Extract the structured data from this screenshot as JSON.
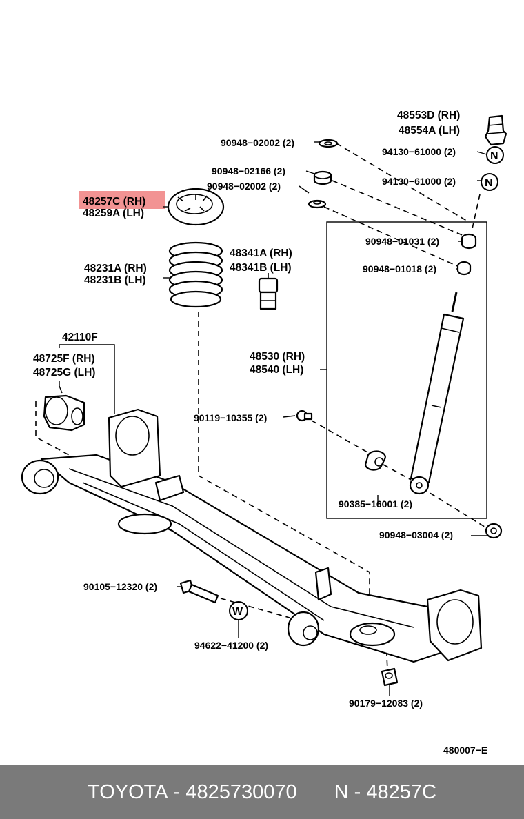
{
  "diagram_id": "480007−E",
  "highlight": {
    "label": "48257C (RH)",
    "color": "#f08080"
  },
  "labels": {
    "p48553d": "48553D (RH)",
    "p48554a": "48554A (LH)",
    "p90948_02002_a": "90948−02002 (2)",
    "p94130_61000_a": "94130−61000 (2)",
    "p90948_02166": "90948−02166 (2)",
    "p94130_61000_b": "94130−61000 (2)",
    "p90948_02002_b": "90948−02002 (2)",
    "p48257c": "48257C (RH)",
    "p48259a": "48259A (LH)",
    "p90948_01031": "90948−01031 (2)",
    "p48341a": "48341A (RH)",
    "p48341b": "48341B (LH)",
    "p48231a": "48231A (RH)",
    "p48231b": "48231B (LH)",
    "p90948_01018": "90948−01018 (2)",
    "p42110f": "42110F",
    "p48725f": "48725F (RH)",
    "p48725g": "48725G (LH)",
    "p48530": "48530 (RH)",
    "p48540": "48540 (LH)",
    "p90119_10355": "90119−10355 (2)",
    "p90385_16001": "90385−16001 (2)",
    "p90948_03004": "90948−03004 (2)",
    "p90105_12320": "90105−12320 (2)",
    "p94622_41200": "94622−41200 (2)",
    "p90179_12083": "90179−12083 (2)"
  },
  "symbols": {
    "n": "N",
    "w": "W"
  },
  "footer": {
    "brand": "TOYOTA",
    "separator": "-",
    "part_number": "4825730070",
    "prefix": "N",
    "code": "48257C"
  }
}
